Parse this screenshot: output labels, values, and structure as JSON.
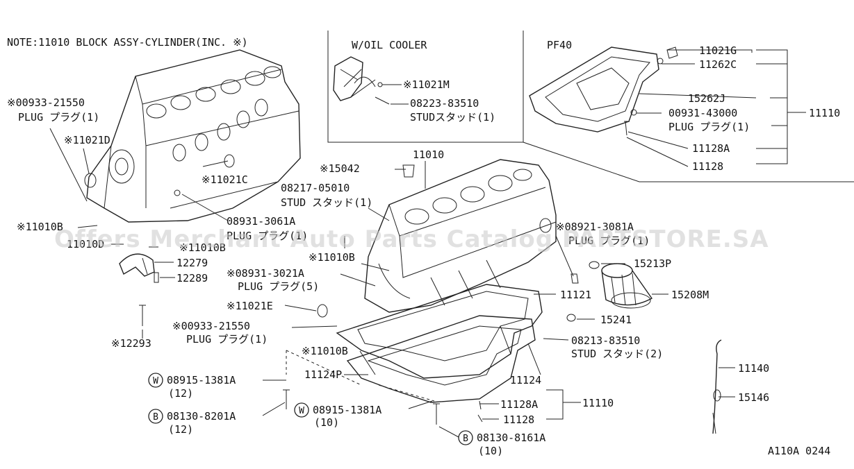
{
  "diagram": {
    "note": "NOTE:11010 BLOCK ASSY-CYLINDER(INC. ※)",
    "watermark": "Offers Merchant Auto Parts Catalog PARTSTORE.SA",
    "ref_code": "A110A 0244",
    "insets": {
      "oil_cooler": "W/OIL COOLER",
      "pf40": "PF40"
    },
    "labels": {
      "l_00933_21550_a": "※00933-21550",
      "l_plug_1_a": "PLUG プラグ(1)",
      "l_11021d": "※11021D",
      "l_11021c": "※11021C",
      "l_11010b_a": "※11010B",
      "l_11010d": "11010D",
      "l_11010b_b": "※11010B",
      "l_12279": "12279",
      "l_12289": "12289",
      "l_12293": "※12293",
      "l_08931_3061a": "08931-3061A",
      "l_plug_1_b": "PLUG プラグ(1)",
      "l_11021m": "※11021M",
      "l_08223_83510": "08223-83510",
      "l_stud_1_a": "STUDスタッド(1)",
      "l_11021g": "11021G",
      "l_11262c": "11262C",
      "l_15262j": "15262J",
      "l_00931_43000": "00931-43000",
      "l_plug_1_c": "PLUG プラグ(1)",
      "l_11110_a": "11110",
      "l_11128a_a": "11128A",
      "l_11128_a": "11128",
      "l_15042": "※15042",
      "l_11010": "11010",
      "l_08217_05010": "08217-05010",
      "l_stud_1_b": "STUD スタッド(1)",
      "l_11010b_c": "※11010B",
      "l_08931_3021a": "※08931-3021A",
      "l_plug_5": "PLUG プラグ(5)",
      "l_11021e": "※11021E",
      "l_00933_21550_b": "※00933-21550",
      "l_plug_1_d": "PLUG プラグ(1)",
      "l_11010b_d": "※11010B",
      "l_08921_3081a": "※08921-3081A",
      "l_plug_1_e": "PLUG プラグ(1)",
      "l_15213p": "15213P",
      "l_15208m": "15208M",
      "l_11121": "11121",
      "l_15241": "15241",
      "l_08213_83510": "08213-83510",
      "l_stud_2": "STUD スタッド(2)",
      "l_11124": "11124",
      "l_11124p": "11124P",
      "l_08915_1381a_a": "08915-1381A",
      "l_qty12_a": "(12)",
      "l_08130_8201a": "08130-8201A",
      "l_qty12_b": "(12)",
      "l_08915_1381a_b": "08915-1381A",
      "l_qty10_a": "(10)",
      "l_08130_8161a": "08130-8161A",
      "l_qty10_b": "(10)",
      "l_11128a_b": "11128A",
      "l_11128_b": "11128",
      "l_11110_b": "11110",
      "l_11140": "11140",
      "l_15146": "15146",
      "c_w1": "W",
      "c_b1": "B",
      "c_w2": "W",
      "c_b2": "B"
    }
  }
}
